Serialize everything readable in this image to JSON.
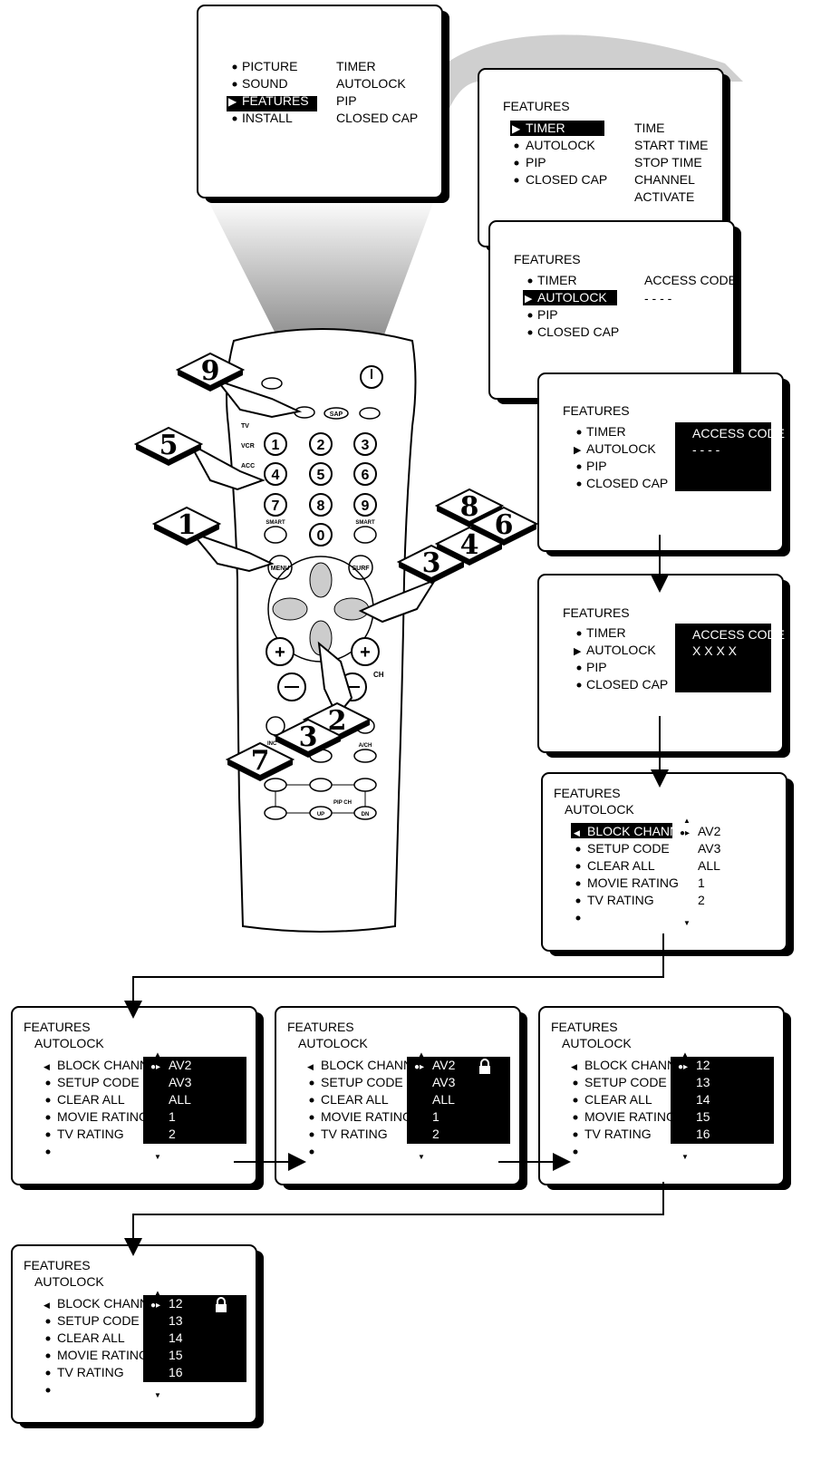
{
  "menu1": {
    "left": [
      "PICTURE",
      "SOUND",
      "FEATURES",
      "INSTALL"
    ],
    "right": [
      "TIMER",
      "AUTOLOCK",
      "PIP",
      "CLOSED CAP"
    ],
    "selected_index": 2
  },
  "features_menus": {
    "title": "FEATURES",
    "items": [
      "TIMER",
      "AUTOLOCK",
      "PIP",
      "CLOSED CAP"
    ],
    "timer_sub": [
      "TIME",
      "START TIME",
      "STOP TIME",
      "CHANNEL",
      "ACTIVATE"
    ],
    "access_code_label": "ACCESS CODE",
    "code_blank": "- - - -",
    "code_entered": "X X X X"
  },
  "autolock": {
    "title": "FEATURES",
    "sub": "AUTOLOCK",
    "items": [
      "BLOCK CHANNEL",
      "SETUP CODE",
      "CLEAR ALL",
      "MOVIE RATING",
      "TV RATING"
    ],
    "values_av": [
      "AV2",
      "AV3",
      "ALL",
      "1",
      "2"
    ],
    "values_ch": [
      "12",
      "13",
      "14",
      "15",
      "16"
    ]
  },
  "remote": {
    "digits": [
      "1",
      "2",
      "3",
      "4",
      "5",
      "6",
      "7",
      "8",
      "9",
      "0"
    ],
    "mode_labels": [
      "TV",
      "VCR",
      "ACC"
    ],
    "smart_label": "SMART",
    "sap_label": "SAP",
    "menu_label": "MENU",
    "surf_label": "SURF",
    "ch_label": "CH",
    "pip_ch_label": "PIP CH",
    "up_label": "UP",
    "dn_label": "DN",
    "ach_label": "A/CH",
    "inc_label": "INC"
  },
  "steps": [
    "9",
    "5",
    "1",
    "8",
    "6",
    "4",
    "3",
    "2",
    "3",
    "7"
  ]
}
